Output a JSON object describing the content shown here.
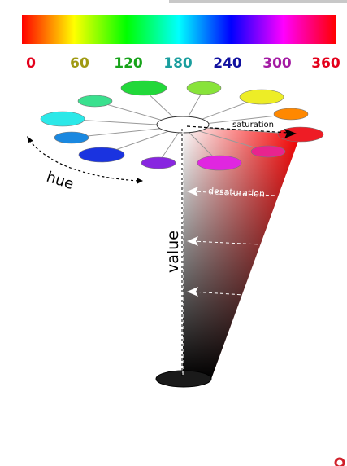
{
  "gradient_bar": {
    "ticks": [
      {
        "label": "0",
        "color": "#e3001b"
      },
      {
        "label": "60",
        "color": "#a09a13"
      },
      {
        "label": "120",
        "color": "#17a31a"
      },
      {
        "label": "180",
        "color": "#1a9e9e"
      },
      {
        "label": "240",
        "color": "#10109f"
      },
      {
        "label": "300",
        "color": "#a31aa3"
      },
      {
        "label": "360",
        "color": "#e3001b"
      }
    ]
  },
  "labels": {
    "saturation": "saturation",
    "desaturation": "desaturation",
    "hue": "hue",
    "value": "value"
  },
  "wheel_colors": [
    "#ff1a1a",
    "#ff8800",
    "#eded26",
    "#88e33a",
    "#26d93a",
    "#3ae08e",
    "#2ce8e8",
    "#1a88e0",
    "#1a33e0",
    "#8826e0",
    "#e026e0",
    "#e8248e"
  ],
  "cone_colors": {
    "saturated": "#ff0000",
    "white": "#ffffff",
    "black": "#000000"
  }
}
